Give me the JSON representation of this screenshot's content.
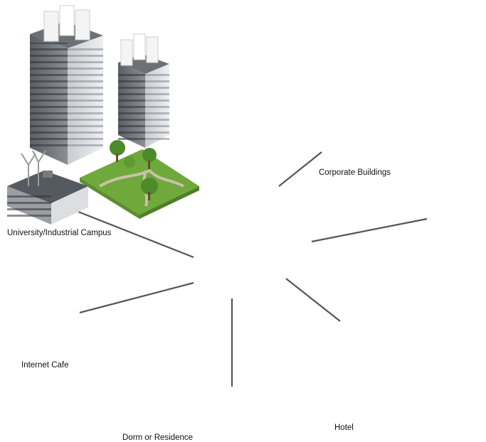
{
  "labels": {
    "campus": "University/Industrial Campus",
    "corporate": "Corporate Buildings",
    "cafe": "Internet Cafe",
    "dorm": "Dorm or Residence",
    "hotel": "Hotel"
  },
  "colors": {
    "cloud": "#a9d4f2",
    "cloud_edge": "#5aa9de",
    "link_line": "#555555",
    "roof_red": "#9c1f24",
    "water": "#49a8e6",
    "grass": "#6fa83b"
  },
  "icons": [
    "access-point-icon",
    "antenna-icon",
    "cloud-icon",
    "tablet-icon"
  ]
}
